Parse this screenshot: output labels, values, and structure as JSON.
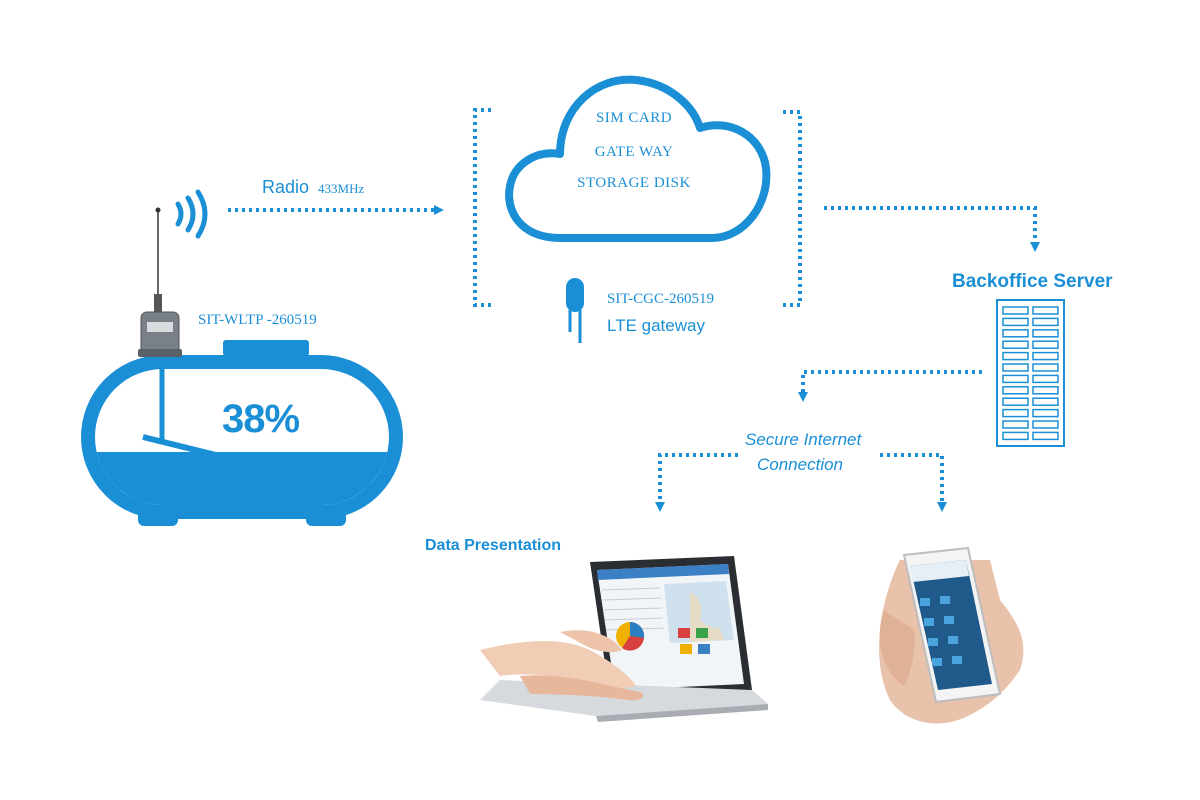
{
  "colors": {
    "accent": "#1a8fd6",
    "background": "#ffffff"
  },
  "tank": {
    "sensor_label": "SIT-WLTP -260519",
    "level_percent_text": "38%",
    "level_fraction": 0.38
  },
  "radio": {
    "label": "Radio",
    "frequency": "433MHz"
  },
  "cloud": {
    "lines": [
      "SIM CARD",
      "GATE WAY",
      "STORAGE DISK"
    ]
  },
  "gateway": {
    "model": "SIT-CGC-260519",
    "type": "LTE gateway"
  },
  "server": {
    "label": "Backoffice Server"
  },
  "connection": {
    "line1": "Secure Internet",
    "line2": "Connection"
  },
  "presentation": {
    "label": "Data Presentation"
  },
  "icons": [
    "antenna-icon",
    "radio-waves-icon",
    "cloud-icon",
    "gateway-device-icon",
    "server-rack-icon",
    "laptop-icon",
    "smartphone-icon",
    "tank-icon"
  ]
}
